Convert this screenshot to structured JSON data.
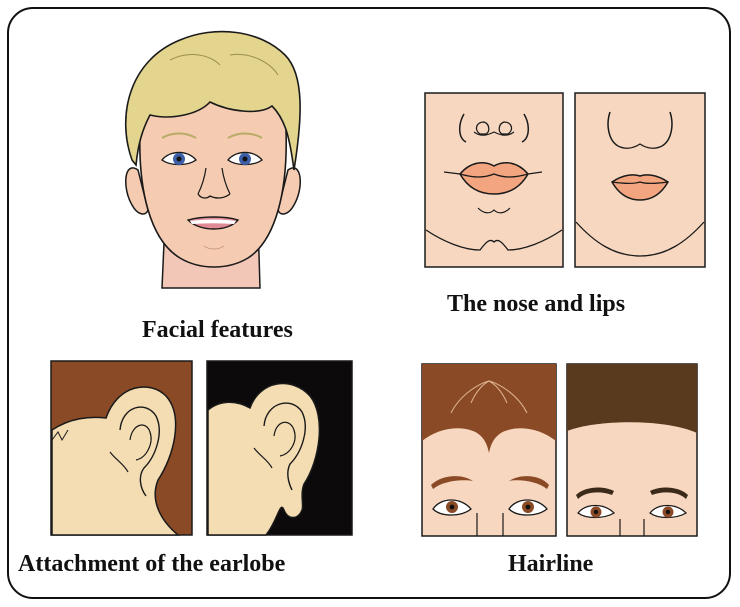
{
  "captions": {
    "facial_features": "Facial features",
    "nose_and_lips": "The nose and lips",
    "earlobe": "Attachment of the earlobe",
    "hairline": "Hairline"
  },
  "colors": {
    "skin": "#f5ccb1",
    "skin_panel": "#f7d7c0",
    "hair_blonde": "#e3d48e",
    "lips": "#f2a57e",
    "eyes": "#3d5fa8",
    "hair_brown": "#8a4a26",
    "hair_dark": "#0c0a0a",
    "ear_skin": "#f4ddb3",
    "outline": "#1a1a1a"
  }
}
